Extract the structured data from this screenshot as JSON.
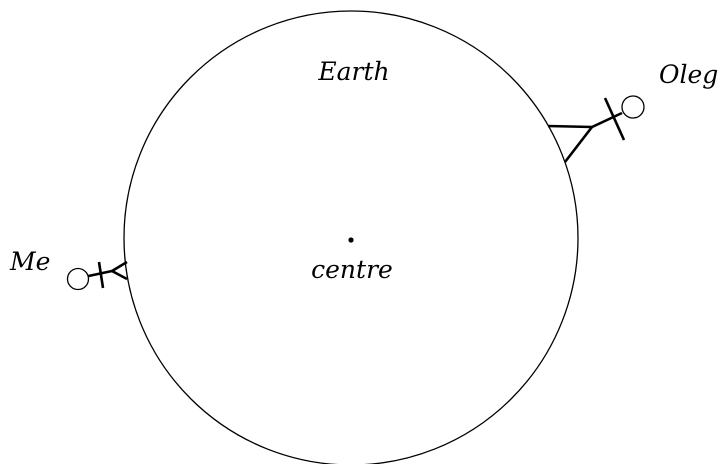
{
  "labels": {
    "earth": "Earth",
    "centre": "centre",
    "me": "Me",
    "oleg": "Oleg"
  }
}
